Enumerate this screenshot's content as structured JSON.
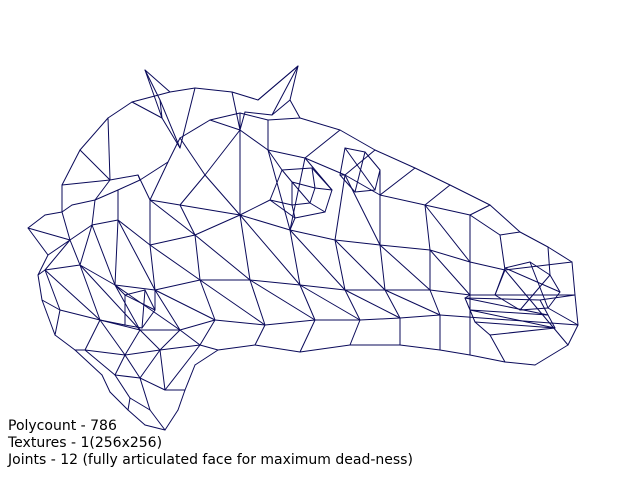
{
  "colors": {
    "background": "#ffffff",
    "wire": "#0a0a5a",
    "text": "#000000"
  },
  "info": {
    "polycount": "Polycount - 786",
    "textures": "Textures - 1(256x256)",
    "joints": "Joints - 12 (fully articulated face for maximum dead-ness)"
  }
}
